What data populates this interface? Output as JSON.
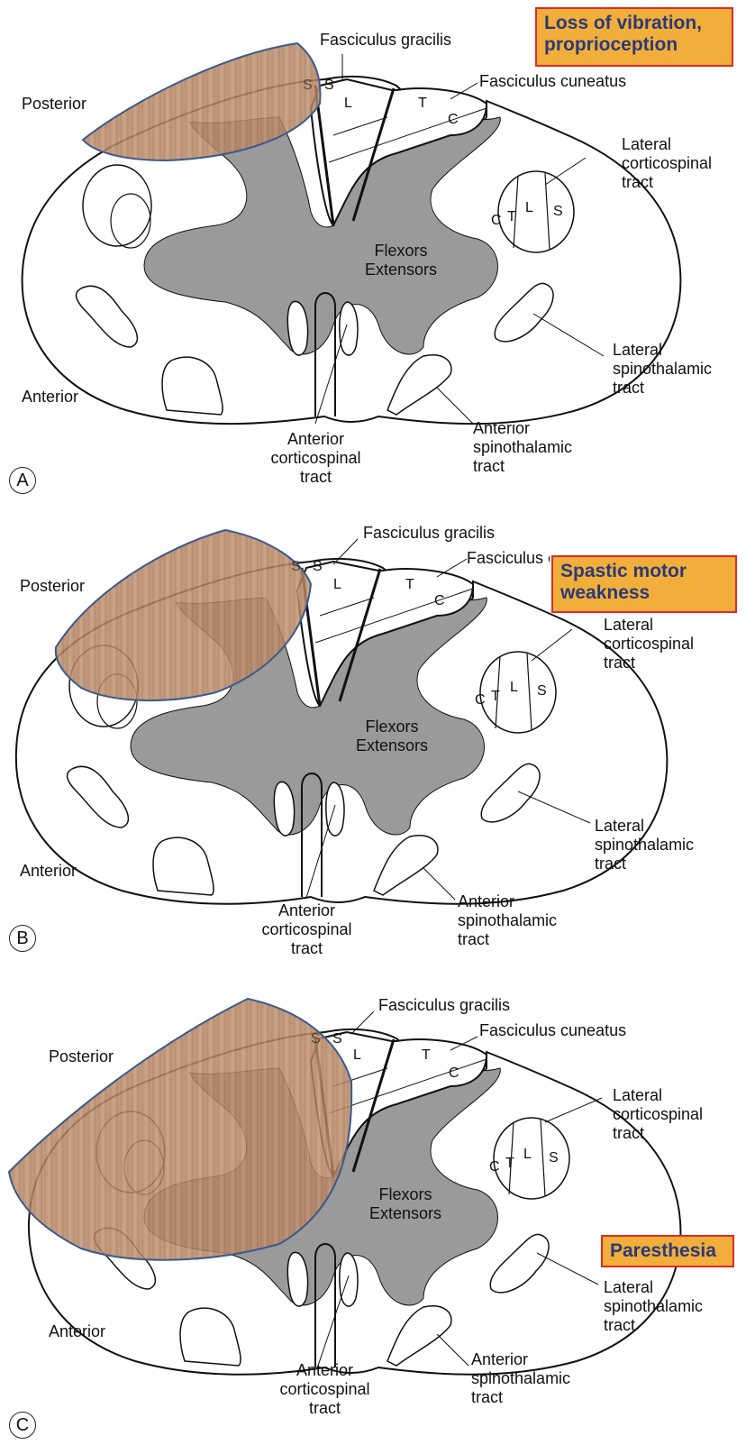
{
  "panels": [
    {
      "letter": "A",
      "callout": "Loss of vibration, proprioception",
      "labels": {
        "posterior": "Posterior",
        "anterior": "Anterior",
        "fasciculus_gracilis": "Fasciculus gracilis",
        "fasciculus_cuneatus": "Fasciculus cuneatus",
        "lateral_corticospinal": [
          "Lateral",
          "corticospinal",
          "tract"
        ],
        "lateral_spinothalamic": [
          "Lateral",
          "spinothalamic",
          "tract"
        ],
        "anterior_spinothalamic": [
          "Anterior",
          "spinothalamic",
          "tract"
        ],
        "anterior_corticospinal": [
          "Anterior",
          "corticospinal",
          "tract"
        ],
        "flexors": "Flexors",
        "extensors": "Extensors"
      },
      "segments": {
        "s1": "S",
        "s2": "S",
        "l": "L",
        "t": "T",
        "c": "C",
        "ct": "C",
        "tt": "T",
        "lt": "L",
        "st": "S"
      }
    },
    {
      "letter": "B",
      "callout": "Spastic motor weakness",
      "labels": {
        "posterior": "Posterior",
        "anterior": "Anterior",
        "fasciculus_gracilis": "Fasciculus gracilis",
        "fasciculus_cuneatus": "Fasciculus cuneatus",
        "lateral_corticospinal": [
          "Lateral",
          "corticospinal",
          "tract"
        ],
        "lateral_spinothalamic": [
          "Lateral",
          "spinothalamic",
          "tract"
        ],
        "anterior_spinothalamic": [
          "Anterior",
          "spinothalamic",
          "tract"
        ],
        "anterior_corticospinal": [
          "Anterior",
          "corticospinal",
          "tract"
        ],
        "flexors": "Flexors",
        "extensors": "Extensors"
      },
      "segments": {
        "s1": "S",
        "s2": "S",
        "l": "L",
        "t": "T",
        "c": "C",
        "ct": "C",
        "tt": "T",
        "lt": "L",
        "st": "S"
      }
    },
    {
      "letter": "C",
      "callout": "Paresthesia",
      "labels": {
        "posterior": "Posterior",
        "anterior": "Anterior",
        "fasciculus_gracilis": "Fasciculus gracilis",
        "fasciculus_cuneatus": "Fasciculus cuneatus",
        "lateral_corticospinal": [
          "Lateral",
          "corticospinal",
          "tract"
        ],
        "lateral_spinothalamic": [
          "Lateral",
          "spinothalamic",
          "tract"
        ],
        "anterior_spinothalamic": [
          "Anterior",
          "spinothalamic",
          "tract"
        ],
        "anterior_corticospinal": [
          "Anterior",
          "corticospinal",
          "tract"
        ],
        "flexors": "Flexors",
        "extensors": "Extensors"
      },
      "segments": {
        "s1": "S",
        "s2": "S",
        "l": "L",
        "t": "T",
        "c": "C",
        "ct": "C",
        "tt": "T",
        "lt": "L",
        "st": "S"
      }
    }
  ],
  "colors": {
    "gray_matter": "#9a9a9a",
    "lesion_fill": "#b98865",
    "lesion_border": "#3b5a8c",
    "callout_fill": "#f2ae3b",
    "callout_border": "#e12b22",
    "callout_text": "#2a3a78"
  }
}
